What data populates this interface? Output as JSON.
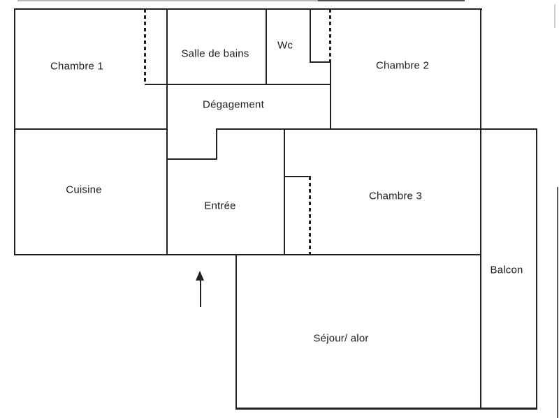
{
  "colors": {
    "background": "#ffffff",
    "wall": "#212121",
    "text": "#1d1d1d"
  },
  "rooms": [
    {
      "id": "chambre-1",
      "label": "Chambre 1"
    },
    {
      "id": "salle-de-bains",
      "label": "Salle de bains"
    },
    {
      "id": "wc",
      "label": "Wc"
    },
    {
      "id": "chambre-2",
      "label": "Chambre 2"
    },
    {
      "id": "degagement",
      "label": "Dégagement"
    },
    {
      "id": "cuisine",
      "label": "Cuisine"
    },
    {
      "id": "entree",
      "label": "Entrée"
    },
    {
      "id": "chambre-3",
      "label": "Chambre 3"
    },
    {
      "id": "balcon",
      "label": "Balcon"
    },
    {
      "id": "sejour-salon",
      "label": "Séjour/ alor"
    }
  ],
  "icons": {
    "entrance_arrow": "up-arrow"
  }
}
